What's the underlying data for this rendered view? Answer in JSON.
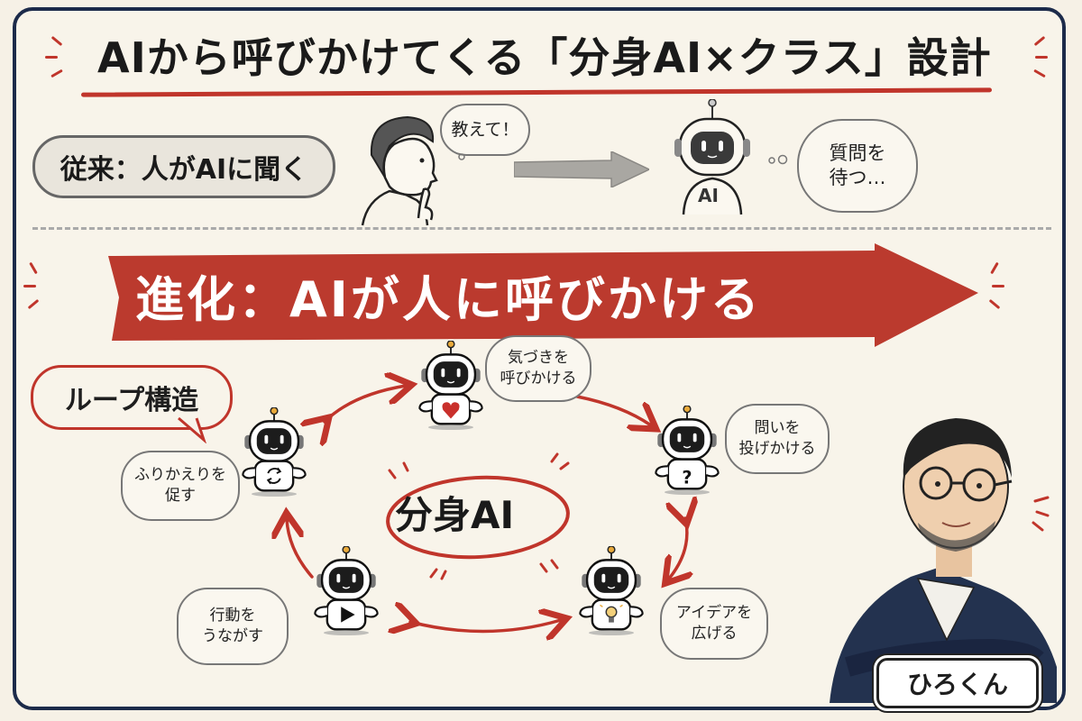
{
  "header": {
    "title": "AIから呼びかけてくる「分身AI×クラス」設計"
  },
  "traditional": {
    "label": "従来：人がAIに聞く",
    "person_speech": "教えて！",
    "robot_label": "AI",
    "robot_thought": "質問を\n待つ…"
  },
  "evolution": {
    "banner": "進化：AIが人に呼びかける"
  },
  "loop": {
    "label": "ループ構造",
    "center": "分身AI",
    "nodes": [
      {
        "id": "top",
        "icon": "heart-icon",
        "text": "気づきを\n呼びかける"
      },
      {
        "id": "right",
        "icon": "question-icon",
        "text": "問いを\n投げかける"
      },
      {
        "id": "bottom-right",
        "icon": "lightbulb-icon",
        "text": "アイデアを\n広げる"
      },
      {
        "id": "bottom-left",
        "icon": "play-icon",
        "text": "行動を\nうながす"
      },
      {
        "id": "left",
        "icon": "refresh-icon",
        "text": "ふりかえりを\n促す"
      }
    ]
  },
  "presenter": {
    "name": "ひろくん"
  },
  "colors": {
    "accent_red": "#c0352b",
    "navy": "#1c2b4a",
    "paper": "#f8f4ea",
    "gray": "#9a9a9a",
    "antenna": "#e8a93a"
  }
}
